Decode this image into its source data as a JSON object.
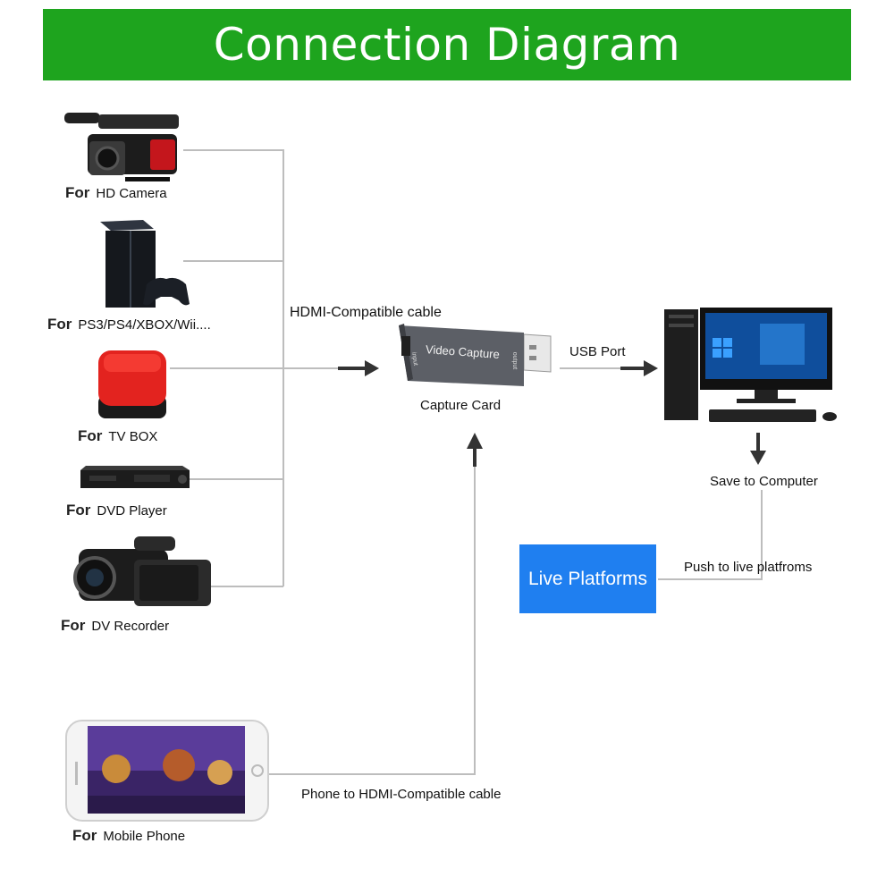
{
  "title": "Connection Diagram",
  "devices": [
    {
      "prefix": "For",
      "name": "HD Camera"
    },
    {
      "prefix": "For",
      "name": "PS3/PS4/XBOX/Wii...."
    },
    {
      "prefix": "For",
      "name": "TV BOX"
    },
    {
      "prefix": "For",
      "name": "DVD Player"
    },
    {
      "prefix": "For",
      "name": "DV Recorder"
    },
    {
      "prefix": "For",
      "name": "Mobile Phone"
    }
  ],
  "hdmi_cable_label": "HDMI-Compatible cable",
  "capture_card": {
    "face_text": "Video Capture",
    "side_left": "input",
    "side_right": "output",
    "label": "Capture Card"
  },
  "usb_port_label": "USB Port",
  "save_label": "Save to Computer",
  "push_label": "Push to live platfroms",
  "live_platforms": "Live Platforms",
  "phone_cable_label": "Phone to HDMI-Compatible cable",
  "colors": {
    "title_green": "#1ea41e",
    "live_blue": "#1f7ff0",
    "wire_gray": "#bdbdbd",
    "arrow": "#333333"
  }
}
